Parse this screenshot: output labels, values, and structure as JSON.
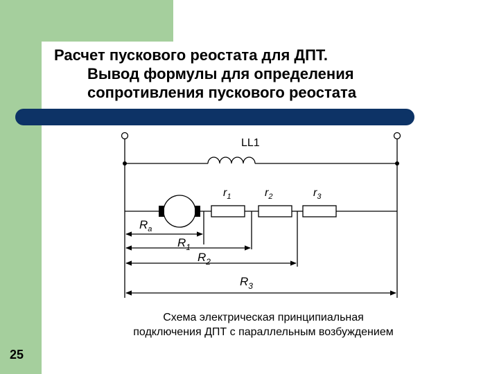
{
  "title": {
    "line1": "Расчет пускового реостата для ДПТ.",
    "line2": "Вывод формулы для определения",
    "line3": "сопротивления пускового реостата"
  },
  "diagram": {
    "inductor_label": "LL1",
    "r1_label": {
      "base": "r",
      "sub": "1"
    },
    "r2_label": {
      "base": "r",
      "sub": "2"
    },
    "r3_label": {
      "base": "r",
      "sub": "3"
    },
    "ra_label": {
      "base": "R",
      "sub": "a"
    },
    "R1_label": {
      "base": "R",
      "sub": "1"
    },
    "R2_label": {
      "base": "R",
      "sub": "2"
    },
    "R3_label": {
      "base": "R",
      "sub": "3"
    }
  },
  "caption": {
    "line1": "Схема электрическая принципиальная",
    "line2": "подключения  ДПТ с параллельным возбуждением"
  },
  "slide_number": "25",
  "colors": {
    "accent_green": "#a5cf9d",
    "bar_blue": "#0d3366"
  }
}
